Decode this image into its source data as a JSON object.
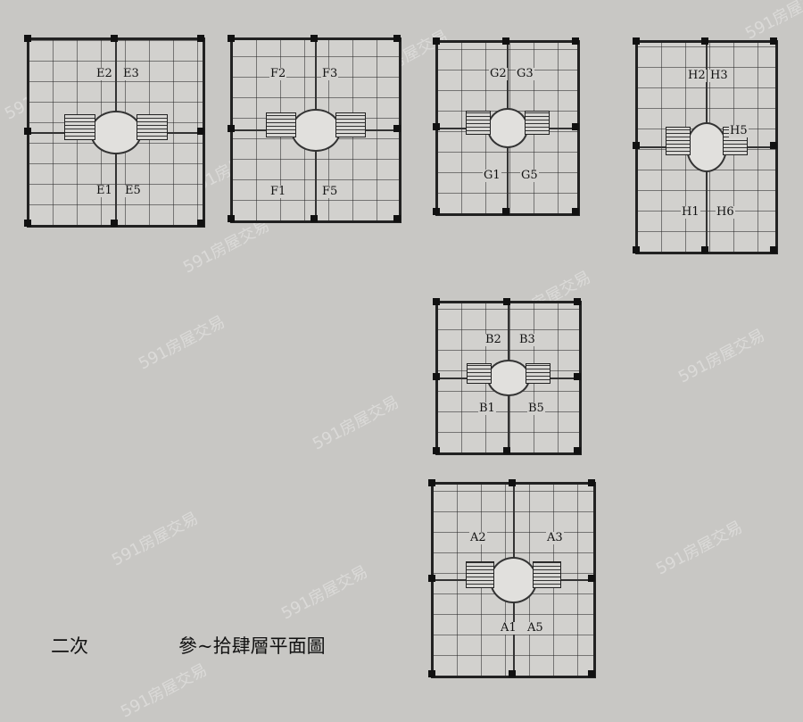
{
  "buildings": [
    {
      "id": "E",
      "units": [
        "E2",
        "E3",
        "E1",
        "E5"
      ]
    },
    {
      "id": "F",
      "units": [
        "F2",
        "F3",
        "F1",
        "F5"
      ]
    },
    {
      "id": "G",
      "units": [
        "G2",
        "G3",
        "G1",
        "G5"
      ]
    },
    {
      "id": "H",
      "units": [
        "H2",
        "H3",
        "H5",
        "H1",
        "H6"
      ]
    },
    {
      "id": "B",
      "units": [
        "B2",
        "B3",
        "B1",
        "B5"
      ]
    },
    {
      "id": "A",
      "units": [
        "A2",
        "A3",
        "A1",
        "A5"
      ]
    }
  ],
  "caption": {
    "left": "二次",
    "right": "參~拾肆層平面圖"
  },
  "watermark": "591房屋交易"
}
